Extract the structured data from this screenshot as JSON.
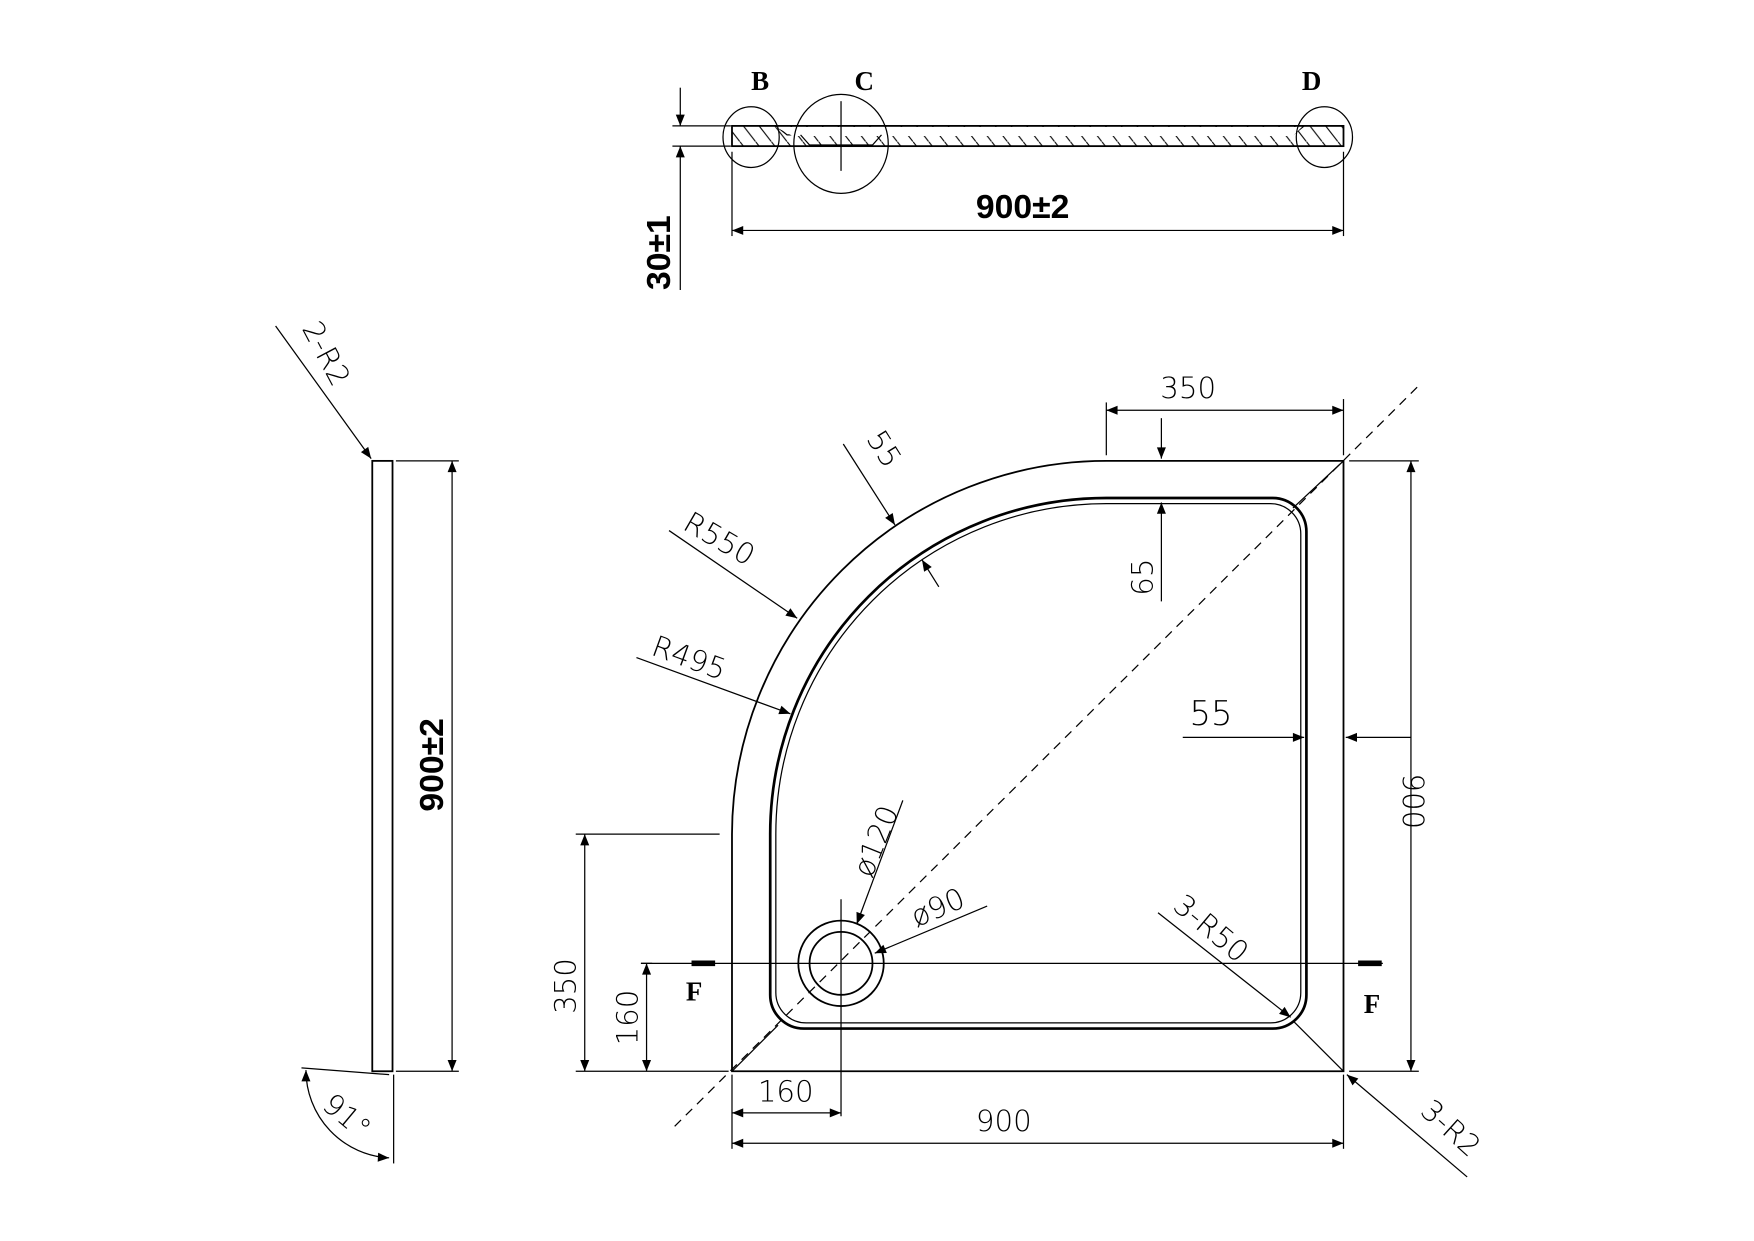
{
  "section_view": {
    "detail_b": "B",
    "detail_c": "C",
    "detail_d": "D",
    "width_dim": "900±2",
    "height_dim": "30±1"
  },
  "side_view": {
    "radius_note": "2-R2",
    "length_dim": "900±2",
    "angle": "91°"
  },
  "plan_view": {
    "top_straight": "350",
    "top_rim": "65",
    "arc_rim": "55",
    "outer_radius": "R550",
    "inner_radius": "R495",
    "right_rim": "55",
    "right_height": "900",
    "bottom_width": "900",
    "drain_offset_x": "160",
    "drain_offset_y": "160",
    "left_straight": "350",
    "drain_outer": "ø120",
    "drain_inner": "ø90",
    "inner_corners": "3-R50",
    "outer_corners": "3-R2",
    "section_left": "F",
    "section_right": "F"
  }
}
